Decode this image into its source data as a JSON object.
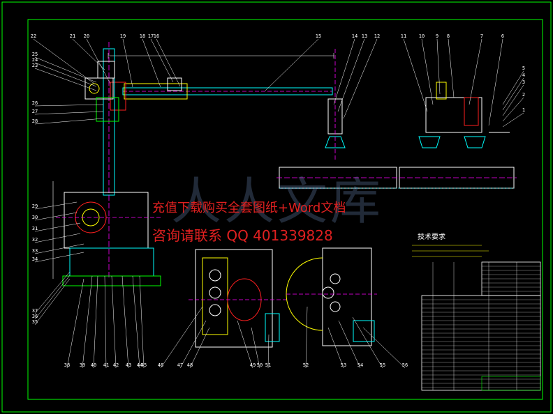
{
  "watermark": {
    "line1": "充值下载购买全套图纸+Word文档",
    "line2": "咨询请联系  QQ 401339828",
    "logo_text": "人人文库"
  },
  "tech_req_title": "技术要求",
  "part_numbers_top": [
    "22",
    "21",
    "20",
    "19",
    "18",
    "17",
    "16",
    "15",
    "14",
    "13",
    "12",
    "11",
    "10",
    "9",
    "8",
    "7",
    "6"
  ],
  "part_numbers_left": [
    "25",
    "24",
    "23",
    "26",
    "27",
    "28",
    "29",
    "30",
    "31",
    "32",
    "33",
    "34",
    "37",
    "36",
    "35"
  ],
  "part_numbers_bottom": [
    "38",
    "39",
    "40",
    "41",
    "42",
    "43",
    "44",
    "45",
    "46",
    "47",
    "48",
    "49",
    "50",
    "51",
    "52",
    "53",
    "54",
    "55",
    "56"
  ],
  "part_numbers_right": [
    "5",
    "4",
    "3",
    "2",
    "1"
  ],
  "colors": {
    "frame": "#00ff00",
    "yellow": "#ffff00",
    "cyan": "#00ffff",
    "magenta": "#ff00ff",
    "white": "#ffffff",
    "red": "#ff2020",
    "blue": "#3060ff"
  }
}
